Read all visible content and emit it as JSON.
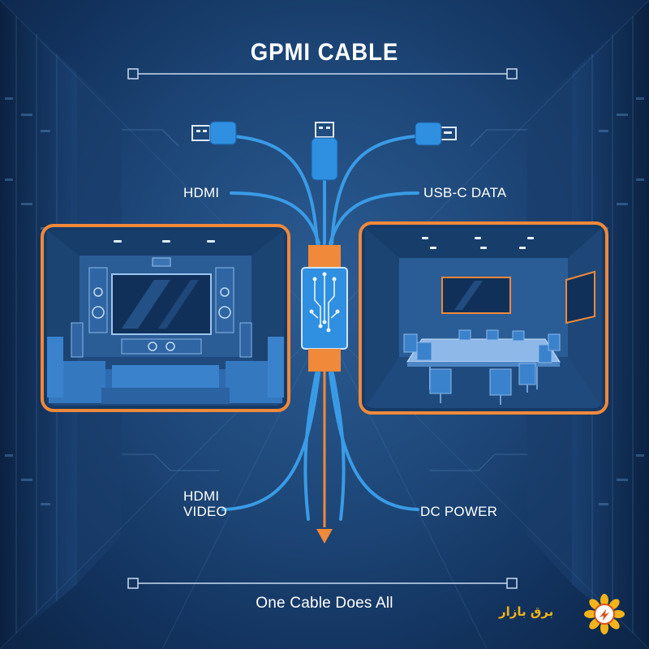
{
  "title": "GPMI CABLE",
  "labels": {
    "hdmi": "HDMI",
    "usbc_data": "USB-C DATA",
    "hdmi_video_line1": "HDMI",
    "hdmi_video_line2": "VIDEO",
    "dc_power": "DC POWER"
  },
  "tagline": "One Cable Does All",
  "brand": {
    "name": "برق بازار",
    "logo_icon": "sunflower-plug-icon"
  },
  "colors": {
    "accent_orange": "#f0893a",
    "cable_blue": "#3a9be6",
    "connector_blue": "#2f8fe0",
    "background": "#1d4677",
    "brand_yellow": "#f3b31a"
  },
  "icons": [
    "usb-a-plug-icon",
    "usb-micro-plug-icon",
    "hdmi-plug-icon",
    "circuit-chip-icon",
    "arrow-down-icon"
  ]
}
